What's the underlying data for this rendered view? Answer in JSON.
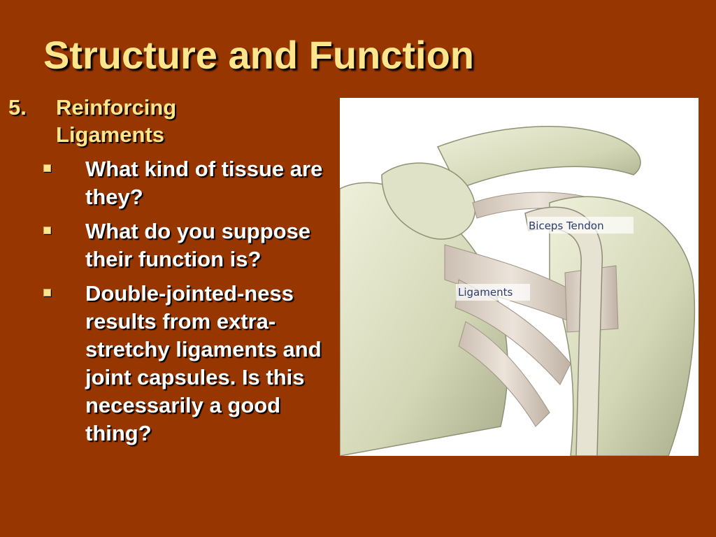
{
  "slide": {
    "title": "Structure and Function",
    "item": {
      "number": "5.",
      "text": "Reinforcing Ligaments"
    },
    "bullets": [
      {
        "text": "What kind of tissue are they?"
      },
      {
        "text": "What do you suppose their function is?"
      },
      {
        "text": "Double-jointed-ness results from extra-stretchy ligaments and joint capsules.  Is this necessarily a good thing?"
      }
    ]
  },
  "figure": {
    "labels": {
      "biceps_tendon": "Biceps Tendon",
      "ligaments": "Ligaments"
    }
  },
  "colors": {
    "background": "#983600",
    "title": "#ffe68c",
    "body_text": "#ffffff",
    "bone": "#d9dcc0"
  }
}
